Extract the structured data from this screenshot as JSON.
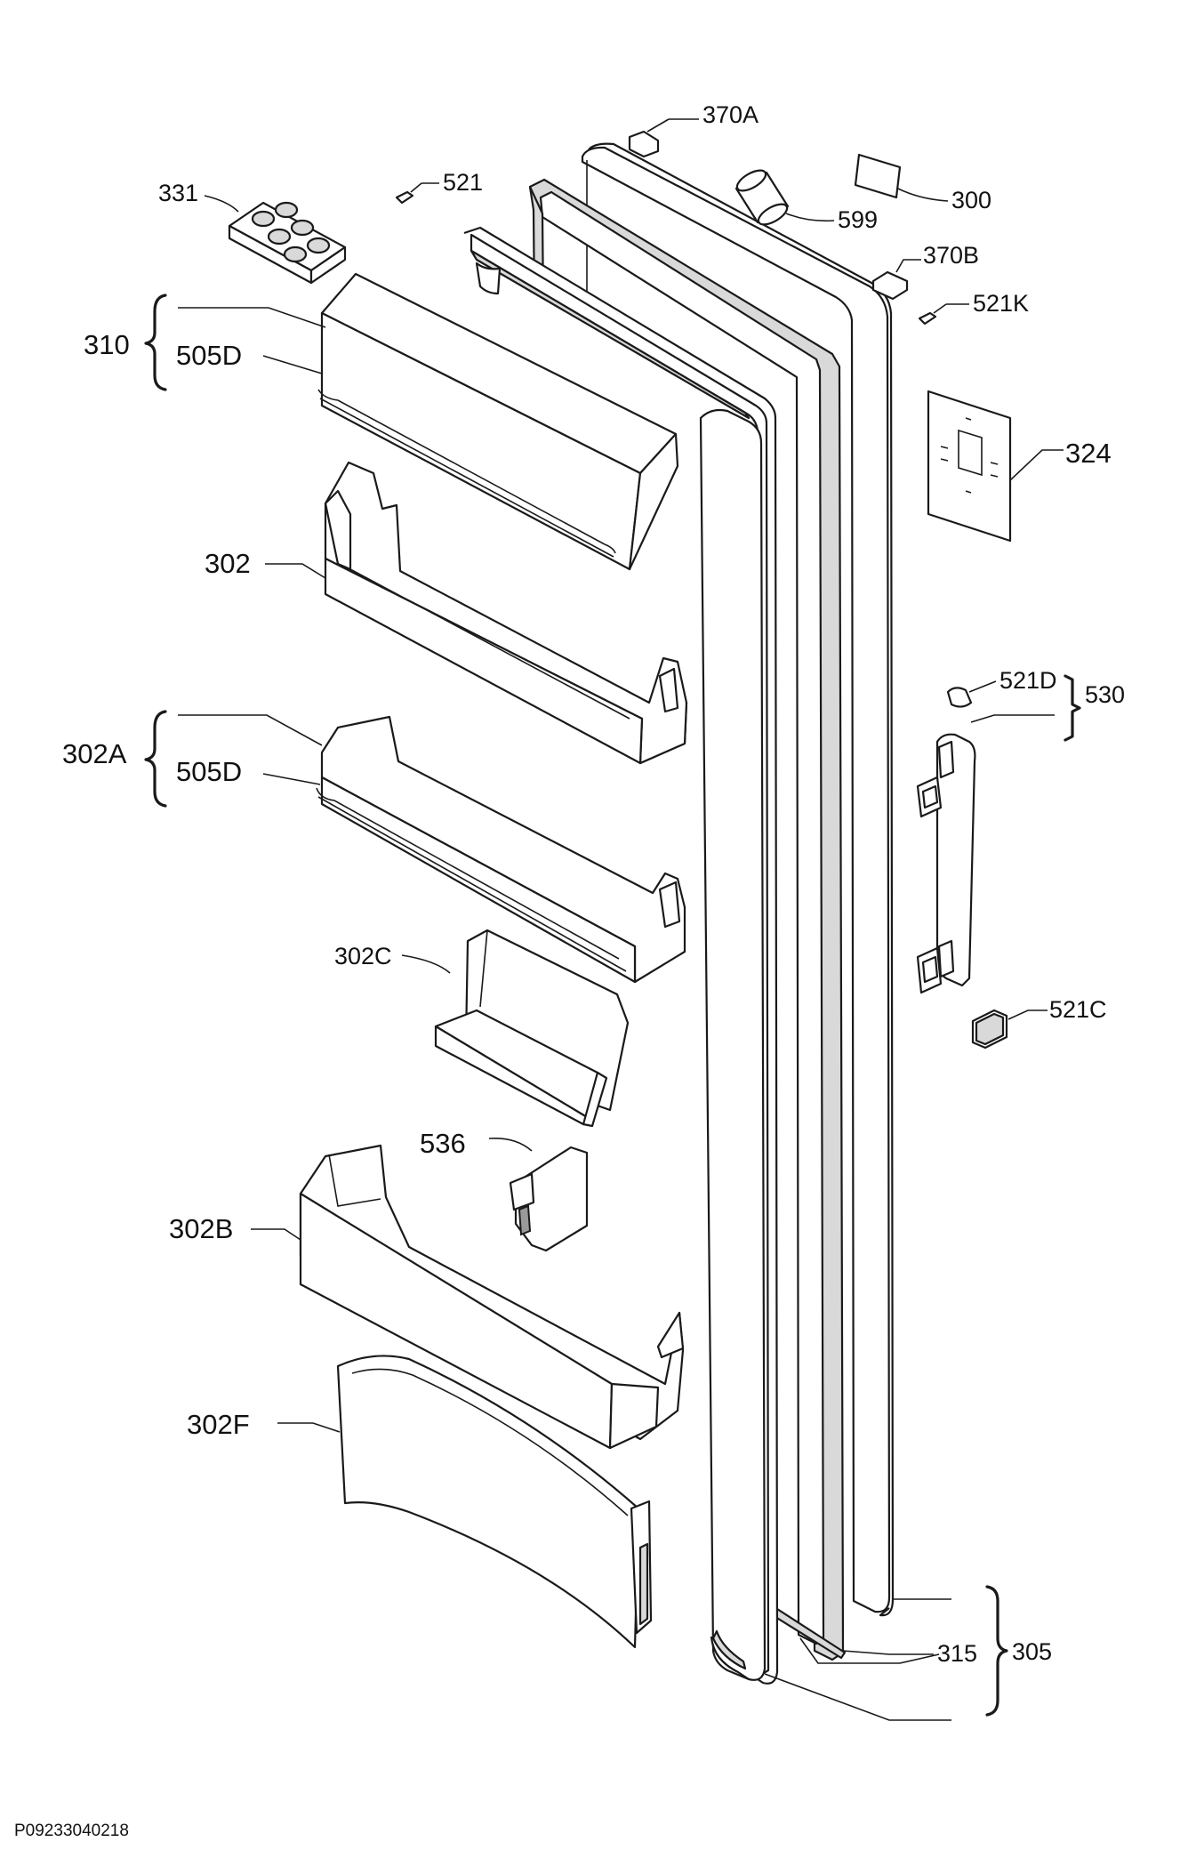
{
  "diagram": {
    "drawing_code": "P09233040218",
    "labels": {
      "l370A": "370A",
      "l521": "521",
      "l331": "331",
      "l599": "599",
      "l300": "300",
      "l370B": "370B",
      "l521K": "521K",
      "l310": "310",
      "l505D_top": "505D",
      "l324": "324",
      "l302": "302",
      "l521D": "521D",
      "l530": "530",
      "l302A": "302A",
      "l505D_mid": "505D",
      "l302C": "302C",
      "l521C": "521C",
      "l536": "536",
      "l302B": "302B",
      "l302F": "302F",
      "l315": "315",
      "l305": "305"
    }
  }
}
